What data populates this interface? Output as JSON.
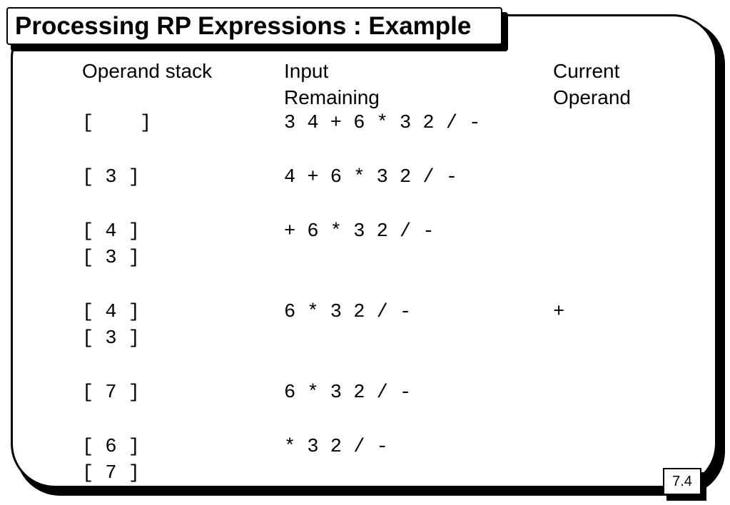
{
  "title": "Processing RP Expressions : Example",
  "headers": {
    "stack": "Operand stack",
    "input_line1": "Input",
    "input_line2": "Remaining",
    "current_line1": "Current",
    "current_line2": "Operand"
  },
  "rows": [
    {
      "stack": [
        "[    ]"
      ],
      "input": "3 4 + 6 * 3 2 / -",
      "current": ""
    },
    {
      "stack": [
        "[ 3 ]"
      ],
      "input": "4 + 6 * 3 2 / -",
      "current": ""
    },
    {
      "stack": [
        "[ 4 ]",
        "[ 3 ]"
      ],
      "input": "+ 6 * 3 2 / -",
      "current": ""
    },
    {
      "stack": [
        "[ 4 ]",
        "[ 3 ]"
      ],
      "input": "6 * 3 2 / -",
      "current": "+"
    },
    {
      "stack": [
        "[ 7 ]"
      ],
      "input": "6 * 3 2 / -",
      "current": ""
    },
    {
      "stack": [
        "[ 6 ]",
        "[ 7 ]"
      ],
      "input": "* 3 2 / -",
      "current": ""
    }
  ],
  "page_number": "7.4"
}
